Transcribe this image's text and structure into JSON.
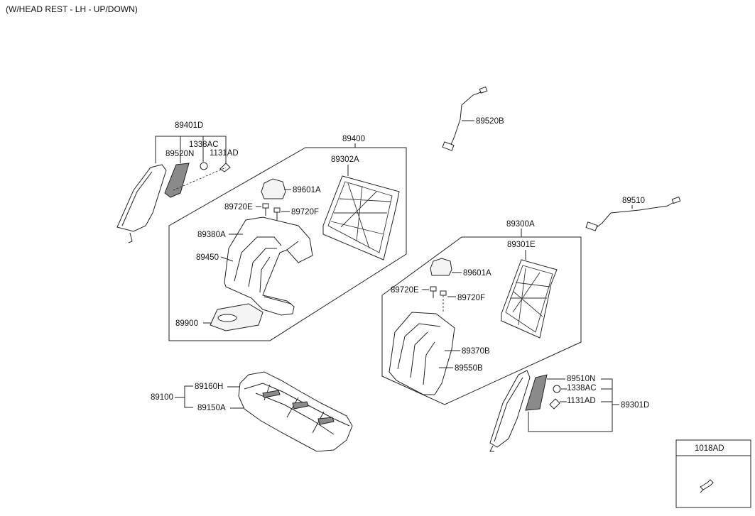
{
  "header": {
    "title": "(W/HEAD REST - LH - UP/DOWN)"
  },
  "labels": {
    "l_89401D": "89401D",
    "l_1338AC_a": "1338AC",
    "l_89520N": "89520N",
    "l_1131AD_a": "1131AD",
    "l_89400": "89400",
    "l_89302A": "89302A",
    "l_89601A_a": "89601A",
    "l_89720E_a": "89720E",
    "l_89720F_a": "89720F",
    "l_89380A": "89380A",
    "l_89450": "89450",
    "l_89900": "89900",
    "l_89520B": "89520B",
    "l_89510": "89510",
    "l_89300A": "89300A",
    "l_89301E": "89301E",
    "l_89601A_b": "89601A",
    "l_89720E_b": "89720E",
    "l_89720F_b": "89720F",
    "l_89370B": "89370B",
    "l_89550B": "89550B",
    "l_89510N": "89510N",
    "l_1338AC_b": "1338AC",
    "l_1131AD_b": "1131AD",
    "l_89301D": "89301D",
    "l_89100": "89100",
    "l_89160H": "89160H",
    "l_89150A": "89150A",
    "l_1018AD": "1018AD"
  }
}
